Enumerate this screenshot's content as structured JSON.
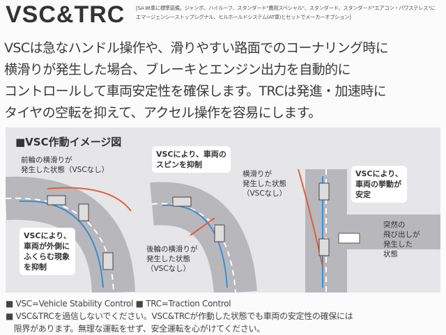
{
  "header": {
    "title": "VSC&TRC",
    "note_line1": "[SA Ⅲt車に標準装備。ジャンボ、ハイルーフ、スタンダード\"農用スペシャル\"、スタンダード、スタンダード\"エアコン・パワステレス\"に",
    "note_line2": "エマージェンシーストップシグナル、ヒルホールドシステム(AT車)とセットでメーカーオプション]"
  },
  "body": {
    "lines": [
      "VSCは急なハンドル操作や、滑りやすい路面でのコーナリング時に",
      "横滑りが発生した場合、ブレーキとエンジン出力を自動的に",
      "コントロールして車両安定性を確保します。TRCは発進・加速時に",
      "タイヤの空転を抑えて、アクセル操作を容易にします。"
    ]
  },
  "diagram": {
    "heading": "■VSC作動イメージ図",
    "panel1": {
      "label": "前輪の横滑りが\n発生した状態（VSCなし）",
      "callout": "VSCにより、\n車両が外側に\nふくらむ現象\nを抑制"
    },
    "panel2": {
      "callout": "VSCにより、車両の\nスピンを抑制",
      "label": "後輪の横滑りが\n発生した状態\n（VSCなし）"
    },
    "panel3": {
      "label": "横滑りが\n発生した状態\n（VSCなし）",
      "callout": "VSCにより、\n車両の挙動が\n安定",
      "label2": "突然の\n飛び出しが\n発生した\n状態"
    },
    "colors": {
      "road": "#b8b8bc",
      "blue_arrow": "#3a8fd0",
      "red_arrow": "#e0603a"
    }
  },
  "footer": {
    "line1": "■ VSC=Vehicle Stability Control  ■ TRC=Traction Control",
    "line2": "■ VSC&TRCを過信しないでください。VSC&TRCが作動した状態でも車両の安定性の確保には",
    "line3": "　限界があります。無理な運転をせず、安全運転を心がけてください。"
  }
}
